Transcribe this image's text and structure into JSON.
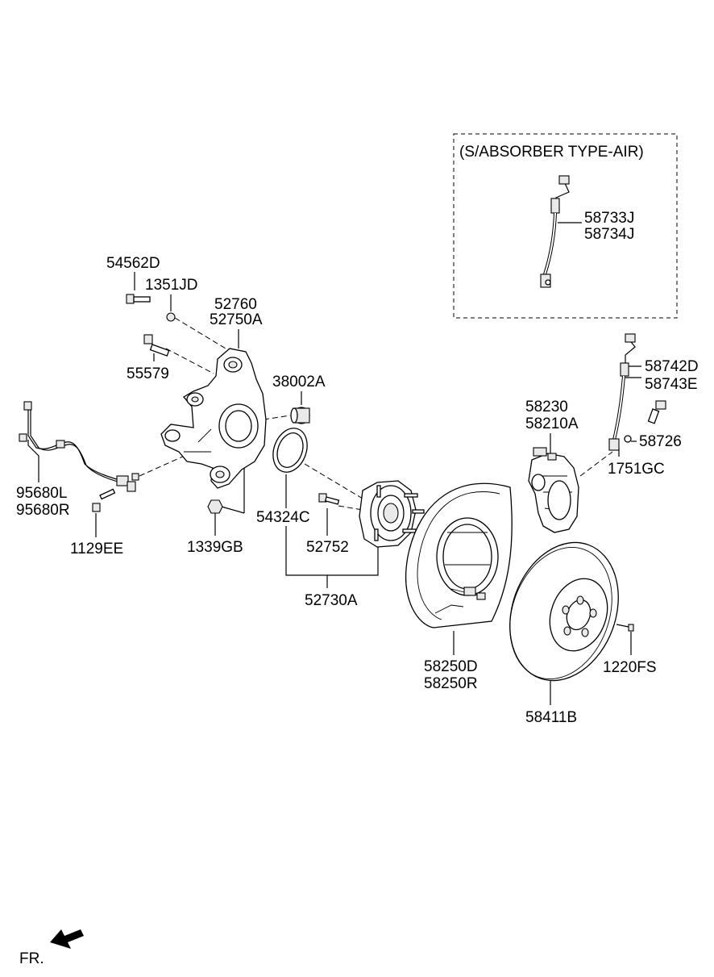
{
  "labels": {
    "air_note": "(S/ABSORBER TYPE-AIR)",
    "p58733J": "58733J",
    "p58734J": "58734J",
    "p54562D": "54562D",
    "p1351JD": "1351JD",
    "p52760": "52760",
    "p52750A": "52750A",
    "p55579": "55579",
    "p38002A": "38002A",
    "p58742D": "58742D",
    "p58743E": "58743E",
    "p58230": "58230",
    "p58210A": "58210A",
    "p58726": "58726",
    "p1751GC": "1751GC",
    "p95680L": "95680L",
    "p95680R": "95680R",
    "p54324C": "54324C",
    "p1129EE": "1129EE",
    "p1339GB": "1339GB",
    "p52752": "52752",
    "p52730A": "52730A",
    "p58250D": "58250D",
    "p58250R": "58250R",
    "p1220FS": "1220FS",
    "p58411B": "58411B",
    "front": "FR."
  }
}
